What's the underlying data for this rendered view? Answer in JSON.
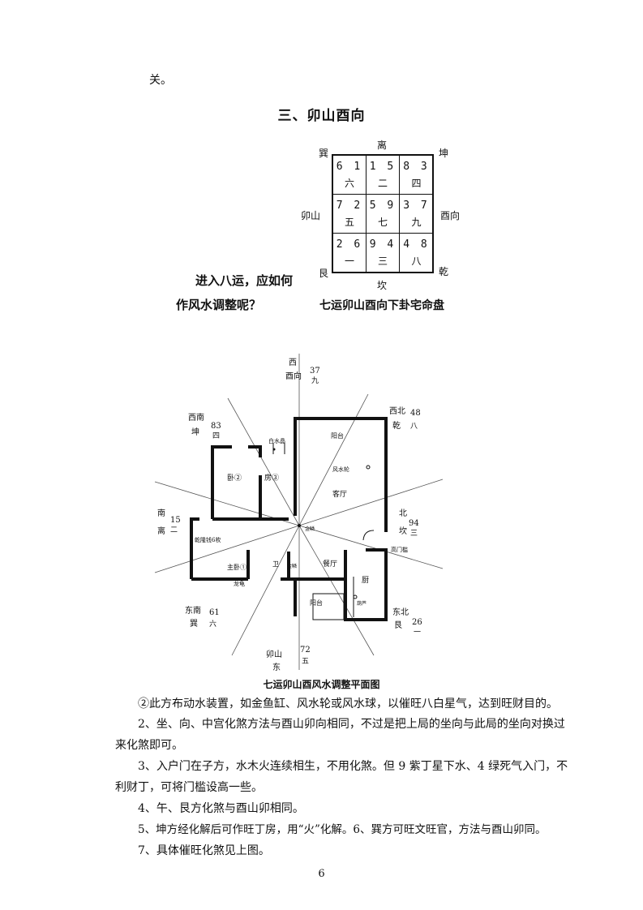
{
  "intro_fragment": "关。",
  "section_title": "三、卯山酉向",
  "chart": {
    "top": "离",
    "bottom": "坎",
    "left": "卯山",
    "right": "酉向",
    "top_left": "巽",
    "top_right": "坤",
    "bottom_left": "艮",
    "bottom_right": "乾",
    "cells": [
      {
        "stars": "6 1",
        "luck": "六"
      },
      {
        "stars": "1 5",
        "luck": "二"
      },
      {
        "stars": "8 3",
        "luck": "四"
      },
      {
        "stars": "7 2",
        "luck": "五"
      },
      {
        "stars": "5 9",
        "luck": "七"
      },
      {
        "stars": "3 7",
        "luck": "九"
      },
      {
        "stars": "2 6",
        "luck": "一"
      },
      {
        "stars": "9 4",
        "luck": "三"
      },
      {
        "stars": "4 8",
        "luck": "八"
      }
    ],
    "caption": "七运卯山酉向下卦宅命盘"
  },
  "question": [
    "进入八运，应如何",
    "作风水调整呢？"
  ],
  "floorplan": {
    "labels": {
      "west": "西",
      "west_dir": "酉向",
      "west_stars": "37",
      "west_luck": "九",
      "southwest": "西南",
      "southwest_palace": "坤",
      "southwest_stars": "83",
      "southwest_luck": "四",
      "northwest": "西北",
      "northwest_palace": "乾",
      "northwest_stars": "48",
      "northwest_luck": "八",
      "south": "南",
      "south_palace": "离",
      "south_stars": "15",
      "south_luck": "二",
      "north": "北",
      "north_palace": "坎",
      "north_stars": "94",
      "north_luck": "三",
      "southeast": "东南",
      "southeast_palace": "巽",
      "southeast_stars": "61",
      "southeast_luck": "六",
      "northeast": "东北",
      "northeast_palace": "艮",
      "northeast_stars": "26",
      "northeast_luck": "一",
      "east": "东",
      "east_mount": "卯山",
      "east_stars": "72",
      "east_luck": "五"
    },
    "rooms": {
      "fountain": "白水晶",
      "balcony_top": "阳台",
      "water_wheel": "风水轮",
      "living": "客厅",
      "bedroom2": "卧②",
      "bedroom3": "房③",
      "goldfish": "金鳞",
      "crystal_ball": "乾隆钱6枚",
      "master_bedroom": "主卧①",
      "dragon_turtle": "龙龟",
      "bath": "卫",
      "goldfish2": "金鳞",
      "dining": "餐厅",
      "door": "高门槛",
      "kitchen": "厨",
      "balcony_bottom": "阳台",
      "gourd": "葫芦"
    },
    "caption": "七运卯山酉风水调整平面图"
  },
  "paragraphs": [
    "②此方布动水装置，如金鱼缸、风水轮或风水球，以催旺八白星气，达到旺财目的。",
    "2、坐、向、中宫化煞方法与酉山卯向相同，不过是把上局的坐向与此局的坐向对换过来化煞即可。",
    "3、入户门在子方，水木火连续相生，不用化煞。但 9 紫丁星下水、4 绿死气入门，不利财丁，可将门槛设高一些。",
    "4、午、艮方化煞与酉山卯相同。",
    "5、坤方经化解后可作旺丁房，用“火”化解。6、巽方可旺文旺官，方法与酉山卯同。",
    "7、具体催旺化煞见上图。"
  ],
  "page_number": "6"
}
